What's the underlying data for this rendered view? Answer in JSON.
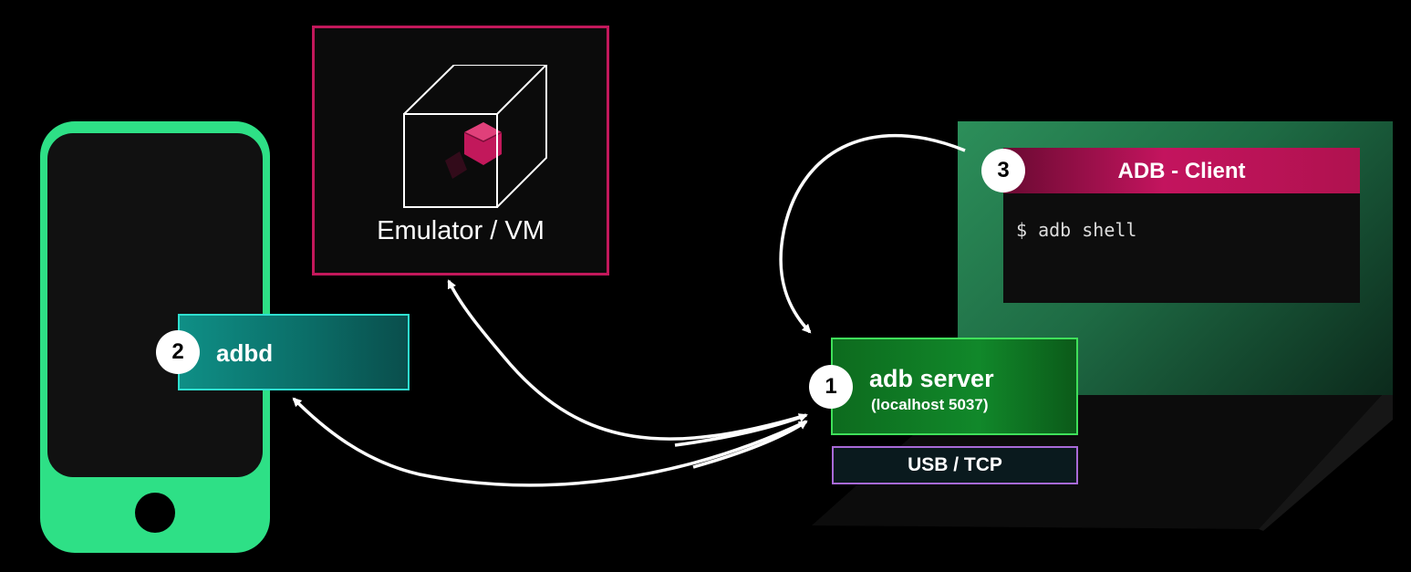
{
  "phone": {
    "daemon": {
      "number": "2",
      "label": "adbd"
    }
  },
  "emulator": {
    "label": "Emulator / VM"
  },
  "client": {
    "number": "3",
    "title": "ADB - Client",
    "command": "$ adb shell"
  },
  "server": {
    "number": "1",
    "title": "adb server",
    "subtitle": "(localhost 5037)"
  },
  "transport": {
    "label": "USB / TCP"
  },
  "colors": {
    "phone": "#2ee086",
    "emulator_border": "#c2185b",
    "client_bar": "#c3145e",
    "server": "#11882a",
    "adbd": "#0f8f86",
    "transport_border": "#a86ad8"
  }
}
